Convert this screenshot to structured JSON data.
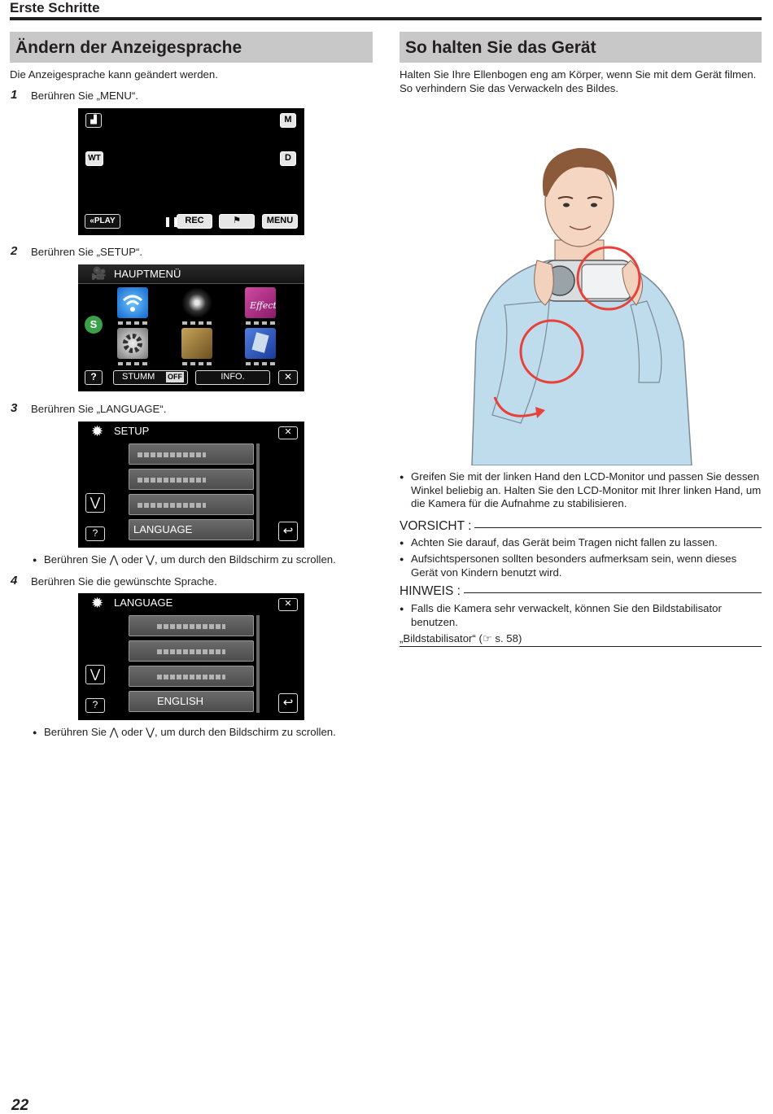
{
  "header": {
    "section": "Erste Schritte"
  },
  "left": {
    "title": "Ändern der Anzeigesprache",
    "intro": "Die Anzeigesprache kann geändert werden.",
    "steps": [
      {
        "num": "1",
        "text": "Berühren Sie „MENU“."
      },
      {
        "num": "2",
        "text": "Berühren Sie „SETUP“."
      },
      {
        "num": "3",
        "text": "Berühren Sie „LANGUAGE“."
      },
      {
        "num": "4",
        "text": "Berühren Sie die gewünschte Sprache."
      }
    ],
    "scroll_note": "Berühren Sie ⋀ oder ⋁, um durch den Bildschirm zu scrollen."
  },
  "screen1": {
    "left_top": "▟",
    "m": "M",
    "wt": "WT",
    "d": "D",
    "play": "«PLAY",
    "pause": "❚❚",
    "rec": "REC",
    "flag": "⚑",
    "menu": "MENU"
  },
  "screen2": {
    "title": "HAUPTMENÜ",
    "help": "?",
    "mute": "STUMM",
    "off": "OFF",
    "info": "INFO.",
    "close": "✕",
    "s_badge": "S"
  },
  "screen3": {
    "title": "SETUP",
    "item4": "LANGUAGE",
    "close": "✕",
    "down": "⋁",
    "help": "?",
    "back": "↩"
  },
  "screen4": {
    "title": "LANGUAGE",
    "item4": "ENGLISH",
    "close": "✕",
    "down": "⋁",
    "help": "?",
    "back": "↩"
  },
  "right": {
    "title": "So halten Sie das Gerät",
    "intro": "Halten Sie Ihre Ellenbogen eng am Körper, wenn Sie mit dem Gerät filmen. So verhindern Sie das Verwackeln des Bildes.",
    "bullet_grip": "Greifen Sie mit der linken Hand den LCD-Monitor und passen Sie dessen Winkel beliebig an. Halten Sie den LCD-Monitor mit Ihrer linken Hand, um die Kamera für die Aufnahme zu stabilisieren.",
    "caution_title": "VORSICHT :",
    "caution": [
      "Achten Sie darauf, das Gerät beim Tragen nicht fallen zu lassen.",
      "Aufsichtspersonen sollten besonders aufmerksam sein, wenn dieses Gerät von Kindern benutzt wird."
    ],
    "note_title": "HINWEIS :",
    "note": "Falls die Kamera sehr verwackelt, können Sie den Bildstabilisator benutzen.",
    "ref": "„Bildstabilisator“ (☞ s. 58)"
  },
  "footer": {
    "page": "22"
  }
}
